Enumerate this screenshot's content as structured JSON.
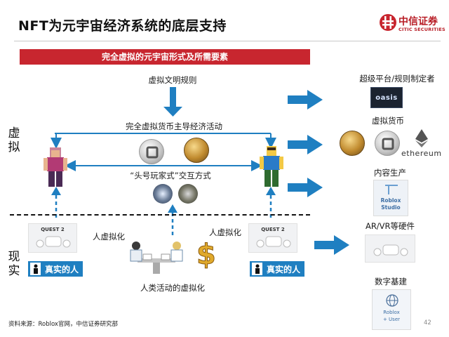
{
  "header": {
    "title": "NFT为元宇宙经济系统的底层支持",
    "logo_cn": "中信证券",
    "logo_en": "CITIC SECURITIES"
  },
  "banner": "完全虚拟的元宇宙形式及所需要素",
  "side_labels": {
    "virtual_1": "虚",
    "virtual_2": "拟",
    "real_1": "现",
    "real_2": "实"
  },
  "flow": {
    "virtual_rules": "虚拟文明规则",
    "virtual_currency_activity": "完全虚拟货币主导经济活动",
    "interaction": "“头号玩家式”交互方式",
    "virtualize_left": "人虚拟化",
    "virtualize_right": "人虚拟化",
    "human_activity": "人类活动的虚拟化",
    "real_person_left": "真实的人",
    "real_person_right": "真实的人",
    "quest_left": "QUEST 2",
    "quest_mid": "QUEST 2"
  },
  "right_panel": {
    "platform": "超级平台/规则制定者",
    "platform_logo": "oasis",
    "currency": "虚拟货币",
    "ethereum": "ethereum",
    "content": "内容生产",
    "roblox_studio_1": "Roblox",
    "roblox_studio_2": "Studio",
    "hardware": "AR/VR等硬件",
    "infra": "数字基建",
    "roblox_user_1": "Roblox",
    "roblox_user_2": "+ User"
  },
  "footer": {
    "source": "资料来源：Roblox官网，中信证券研究部",
    "page": "42"
  },
  "colors": {
    "brand_red": "#c8262f",
    "arrow_blue": "#1f7fc1",
    "badge_blue": "#1f7fc1"
  }
}
